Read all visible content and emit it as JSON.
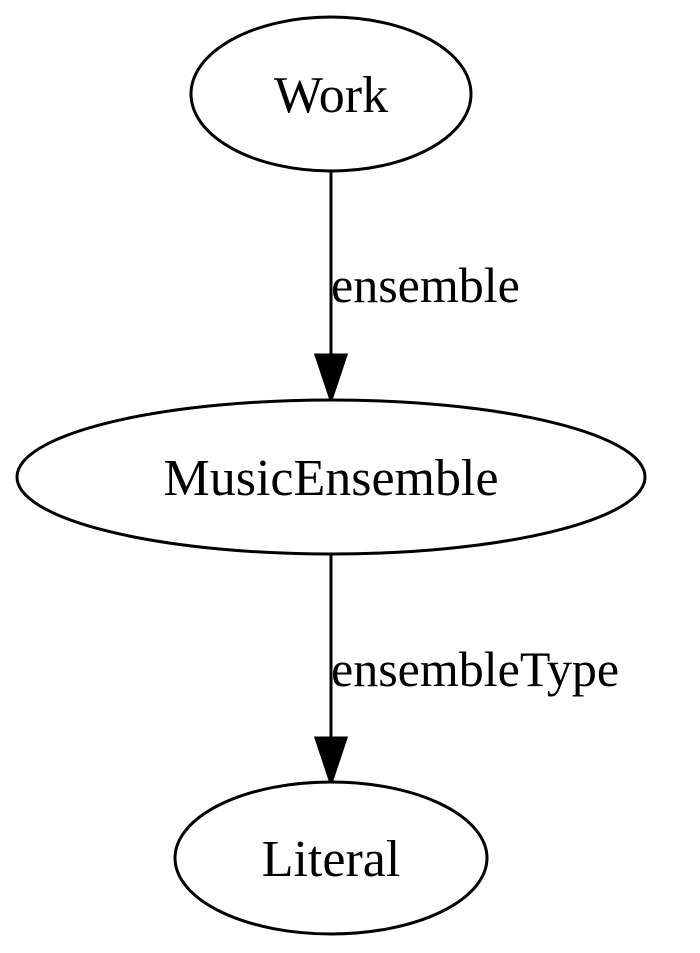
{
  "diagram": {
    "type": "directed-graph",
    "nodes": [
      {
        "id": "work",
        "label": "Work",
        "shape": "ellipse"
      },
      {
        "id": "music_ensemble",
        "label": "MusicEnsemble",
        "shape": "ellipse"
      },
      {
        "id": "literal",
        "label": "Literal",
        "shape": "ellipse"
      }
    ],
    "edges": [
      {
        "from": "work",
        "to": "music_ensemble",
        "label": "ensemble"
      },
      {
        "from": "music_ensemble",
        "to": "literal",
        "label": "ensembleType"
      }
    ],
    "colors": {
      "stroke": "#000000",
      "fill": "#ffffff",
      "text": "#000000"
    }
  }
}
